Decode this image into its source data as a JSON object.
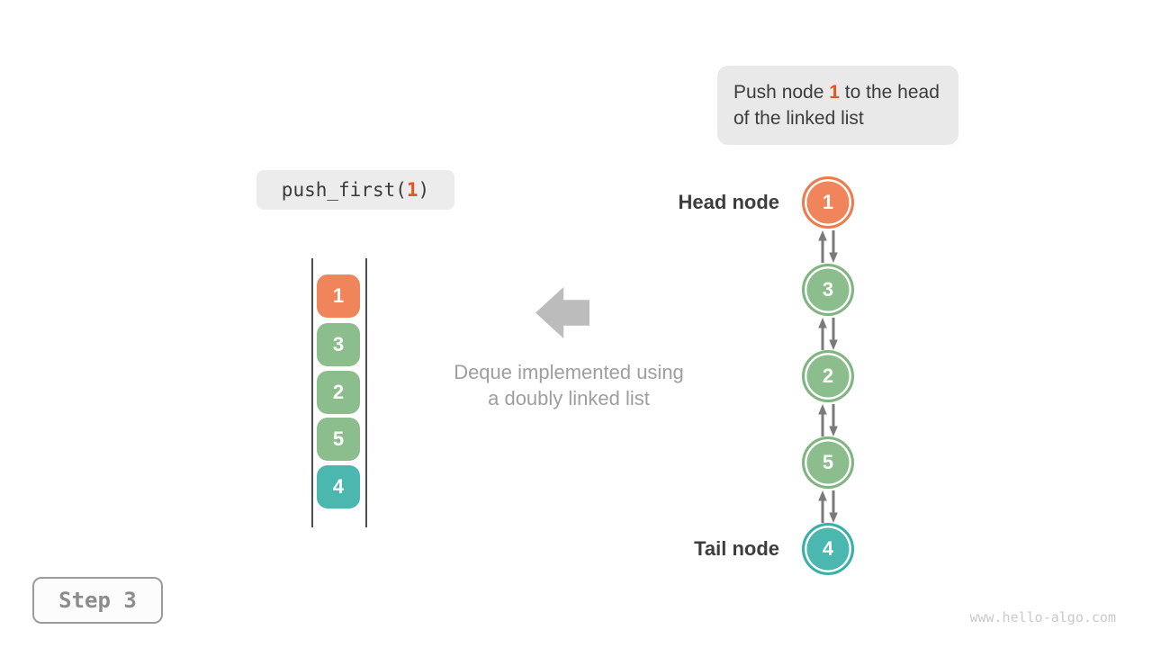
{
  "palette": {
    "orange": "#f0855c",
    "green": "#8cbe8d",
    "teal": "#4bb7af",
    "highlight_orange": "#e8541a",
    "link_arrow_gray": "#7a7a7a",
    "block_arrow_gray": "#bcbcbc",
    "box_gray": "#e9e9e9"
  },
  "annotation": {
    "prefix": "Push node ",
    "highlight": "1",
    "suffix": " to the head of the linked list"
  },
  "code": {
    "prefix": "push_first(",
    "arg": "1",
    "suffix": ")"
  },
  "deque": {
    "cells": [
      {
        "value": "1",
        "color": "orange"
      },
      {
        "value": "3",
        "color": "green"
      },
      {
        "value": "2",
        "color": "green"
      },
      {
        "value": "5",
        "color": "green"
      },
      {
        "value": "4",
        "color": "teal"
      }
    ]
  },
  "caption": {
    "line1": "Deque implemented using",
    "line2": "a doubly linked list"
  },
  "linked_list": {
    "head_label": "Head node",
    "tail_label": "Tail node",
    "nodes": [
      {
        "value": "1",
        "color": "orange"
      },
      {
        "value": "3",
        "color": "green"
      },
      {
        "value": "2",
        "color": "green"
      },
      {
        "value": "5",
        "color": "green"
      },
      {
        "value": "4",
        "color": "teal"
      }
    ]
  },
  "step": {
    "label": "Step 3"
  },
  "watermark": "www.hello-algo.com"
}
